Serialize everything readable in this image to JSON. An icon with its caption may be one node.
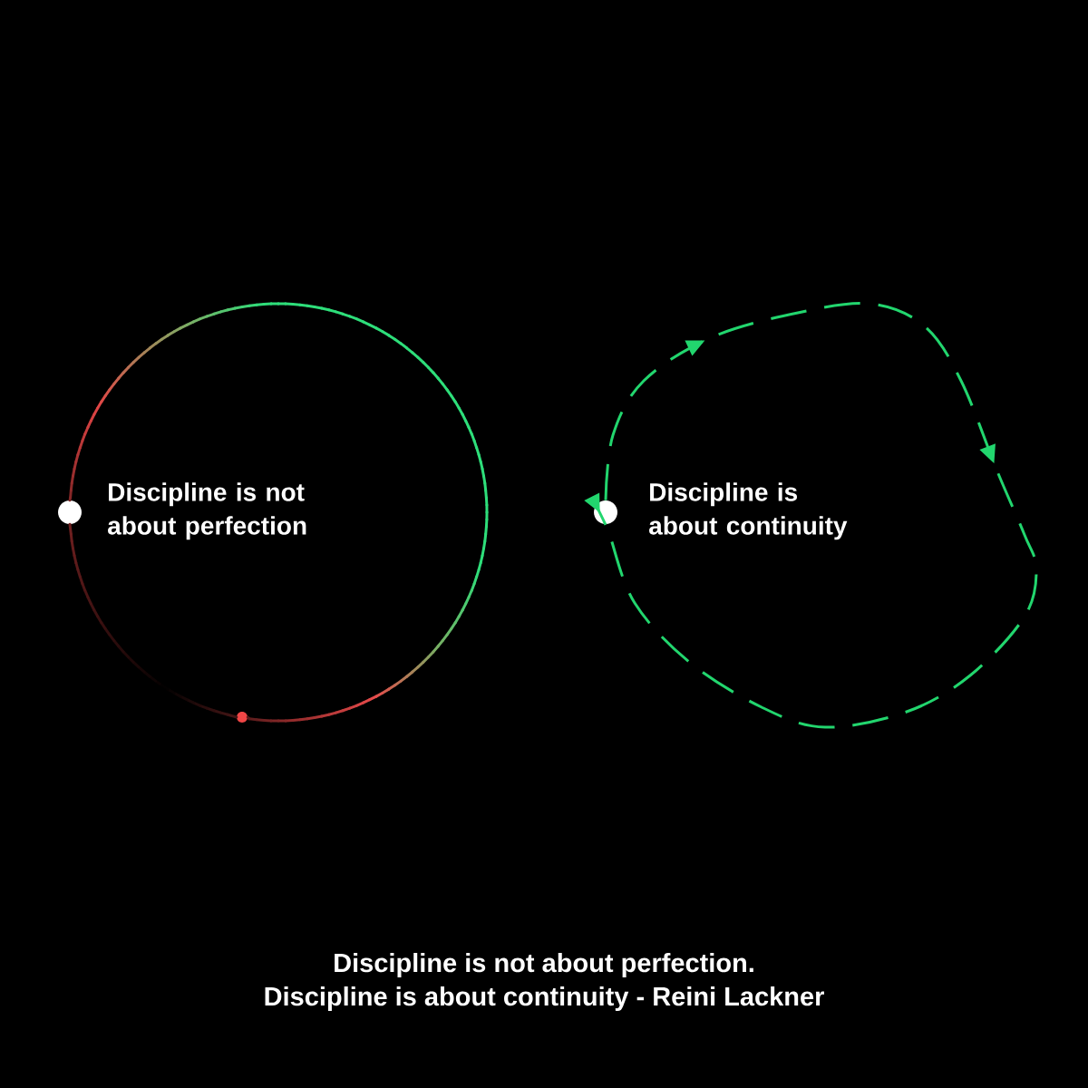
{
  "diagram": {
    "nodes": [
      {
        "text": [],
        "shape": "circle",
        "beside": [
          "Discipline is not about perfection"
        ]
      },
      {
        "text": [],
        "shape": "circle"
      },
      {
        "text": [],
        "shape": "circle",
        "beside": [
          "Discipline is about continuity"
        ]
      }
    ],
    "edges": [
      {
        "from": 0,
        "to": 1,
        "arrow": "none"
      },
      {
        "from": 2,
        "to": 2,
        "arrow": "to",
        "style": "dashed",
        "color": "#22d66e"
      }
    ],
    "labels": [
      "Discipline is not about perfection.",
      "Discipline is about continuity - Reini Lackner"
    ]
  }
}
